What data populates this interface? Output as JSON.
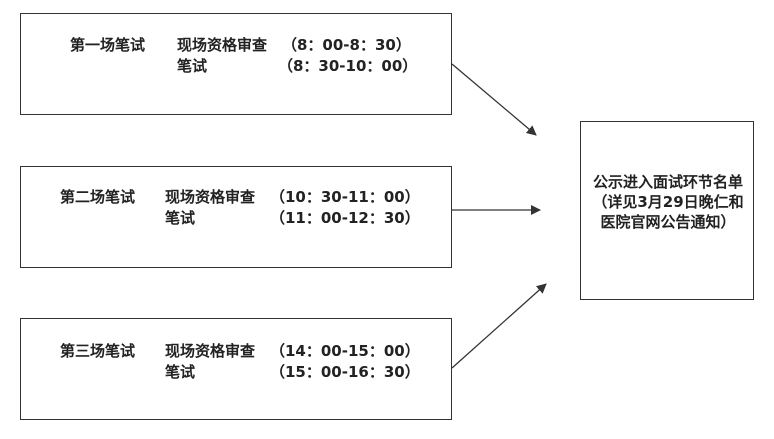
{
  "sessions": [
    {
      "name": "第一场笔试",
      "check_label": "现场资格审查",
      "check_time": "（8：00-8：30）",
      "exam_label": "笔试",
      "exam_time": "（8：30-10：00）"
    },
    {
      "name": "第二场笔试",
      "check_label": "现场资格审查",
      "check_time": "（10：30-11：00）",
      "exam_label": "笔试",
      "exam_time": "（11：00-12：30）"
    },
    {
      "name": "第三场笔试",
      "check_label": "现场资格审查",
      "check_time": "（14：00-15：00）",
      "exam_label": "笔试",
      "exam_time": "（15：00-16：30）"
    }
  ],
  "result": {
    "text": "公示进入面试环节名单（详见3月29日晚仁和医院官网公告通知）"
  },
  "colors": {
    "border": "#333333",
    "text": "#222222",
    "background": "#ffffff"
  }
}
